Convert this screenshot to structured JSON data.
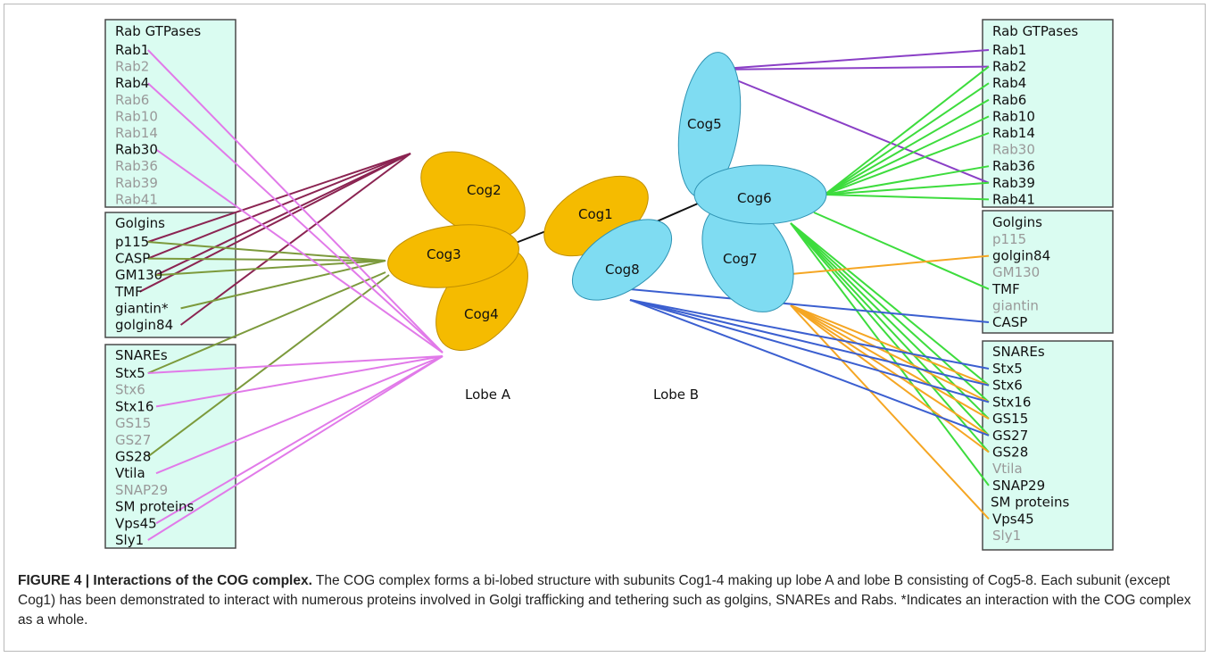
{
  "colors": {
    "lobe_a": "#f5bb00",
    "lobe_b": "#7fdcf2",
    "box_fill": "#dafcf1",
    "box_border": "#4a4a4a",
    "black_text": "#111111",
    "gray_text": "#999999",
    "line_cog2": "#8b2452",
    "line_cog3": "#7c9a3c",
    "line_cog4": "#e17ae9",
    "line_cog5": "#8a3fc6",
    "line_cog6": "#3ddc3d",
    "line_cog7": "#f5a623",
    "line_cog8": "#3b5fd0"
  },
  "subunits": {
    "cog1": "Cog1",
    "cog2": "Cog2",
    "cog3": "Cog3",
    "cog4": "Cog4",
    "cog5": "Cog5",
    "cog6": "Cog6",
    "cog7": "Cog7",
    "cog8": "Cog8"
  },
  "lobes": {
    "a": "Lobe A",
    "b": "Lobe B"
  },
  "left": {
    "rab": {
      "header": "Rab GTPases",
      "items": [
        {
          "label": "Rab1",
          "black": true
        },
        {
          "label": "Rab2",
          "black": false
        },
        {
          "label": "Rab4",
          "black": true
        },
        {
          "label": "Rab6",
          "black": false
        },
        {
          "label": "Rab10",
          "black": false
        },
        {
          "label": "Rab14",
          "black": false
        },
        {
          "label": "Rab30",
          "black": true
        },
        {
          "label": "Rab36",
          "black": false
        },
        {
          "label": "Rab39",
          "black": false
        },
        {
          "label": "Rab41",
          "black": false
        }
      ]
    },
    "golgins": {
      "header": "Golgins",
      "items": [
        {
          "label": "p115",
          "black": true
        },
        {
          "label": "CASP",
          "black": true
        },
        {
          "label": "GM130",
          "black": true
        },
        {
          "label": "TMF",
          "black": true
        },
        {
          "label": "giantin*",
          "black": true
        },
        {
          "label": "golgin84",
          "black": true
        }
      ]
    },
    "snares": {
      "header": "SNAREs",
      "items": [
        {
          "label": "Stx5",
          "black": true
        },
        {
          "label": "Stx6",
          "black": false
        },
        {
          "label": "Stx16",
          "black": true
        },
        {
          "label": "GS15",
          "black": false
        },
        {
          "label": "GS27",
          "black": false
        },
        {
          "label": "GS28",
          "black": true
        },
        {
          "label": "Vtila",
          "black": true
        },
        {
          "label": "SNAP29",
          "black": false
        },
        {
          "label": "SM proteins",
          "black": true
        },
        {
          "label": "Vps45",
          "black": true
        },
        {
          "label": "Sly1",
          "black": true
        }
      ]
    }
  },
  "right": {
    "rab": {
      "header": "Rab GTPases",
      "items": [
        {
          "label": "Rab1",
          "black": true
        },
        {
          "label": "Rab2",
          "black": true
        },
        {
          "label": "Rab4",
          "black": true
        },
        {
          "label": "Rab6",
          "black": true
        },
        {
          "label": "Rab10",
          "black": true
        },
        {
          "label": "Rab14",
          "black": true
        },
        {
          "label": "Rab30",
          "black": false
        },
        {
          "label": "Rab36",
          "black": true
        },
        {
          "label": "Rab39",
          "black": true
        },
        {
          "label": "Rab41",
          "black": true
        }
      ]
    },
    "golgins": {
      "header": "Golgins",
      "items": [
        {
          "label": "p115",
          "black": false
        },
        {
          "label": "golgin84",
          "black": true
        },
        {
          "label": "GM130",
          "black": false
        },
        {
          "label": "TMF",
          "black": true
        },
        {
          "label": "giantin",
          "black": false
        },
        {
          "label": "CASP",
          "black": true
        }
      ]
    },
    "snares": {
      "header": "SNAREs",
      "items": [
        {
          "label": "Stx5",
          "black": true
        },
        {
          "label": "Stx6",
          "black": true
        },
        {
          "label": "Stx16",
          "black": true
        },
        {
          "label": "GS15",
          "black": true
        },
        {
          "label": "GS27",
          "black": true
        },
        {
          "label": "GS28",
          "black": true
        },
        {
          "label": "Vtila",
          "black": false
        },
        {
          "label": "SNAP29",
          "black": true
        },
        {
          "label": "SM proteins",
          "black": true
        },
        {
          "label": "Vps45",
          "black": true
        },
        {
          "label": "Sly1",
          "black": false
        }
      ]
    }
  },
  "caption": {
    "figure_label": "FIGURE 4 | Interactions of the COG complex.",
    "text": " The COG complex forms a bi-lobed structure with subunits Cog1-4 making up lobe A and lobe B consisting of Cog5-8. Each subunit (except Cog1) has been demonstrated to interact with numerous proteins involved in Golgi trafficking and tethering such as golgins, SNAREs and Rabs. *Indicates an interaction with the COG complex as a whole."
  }
}
